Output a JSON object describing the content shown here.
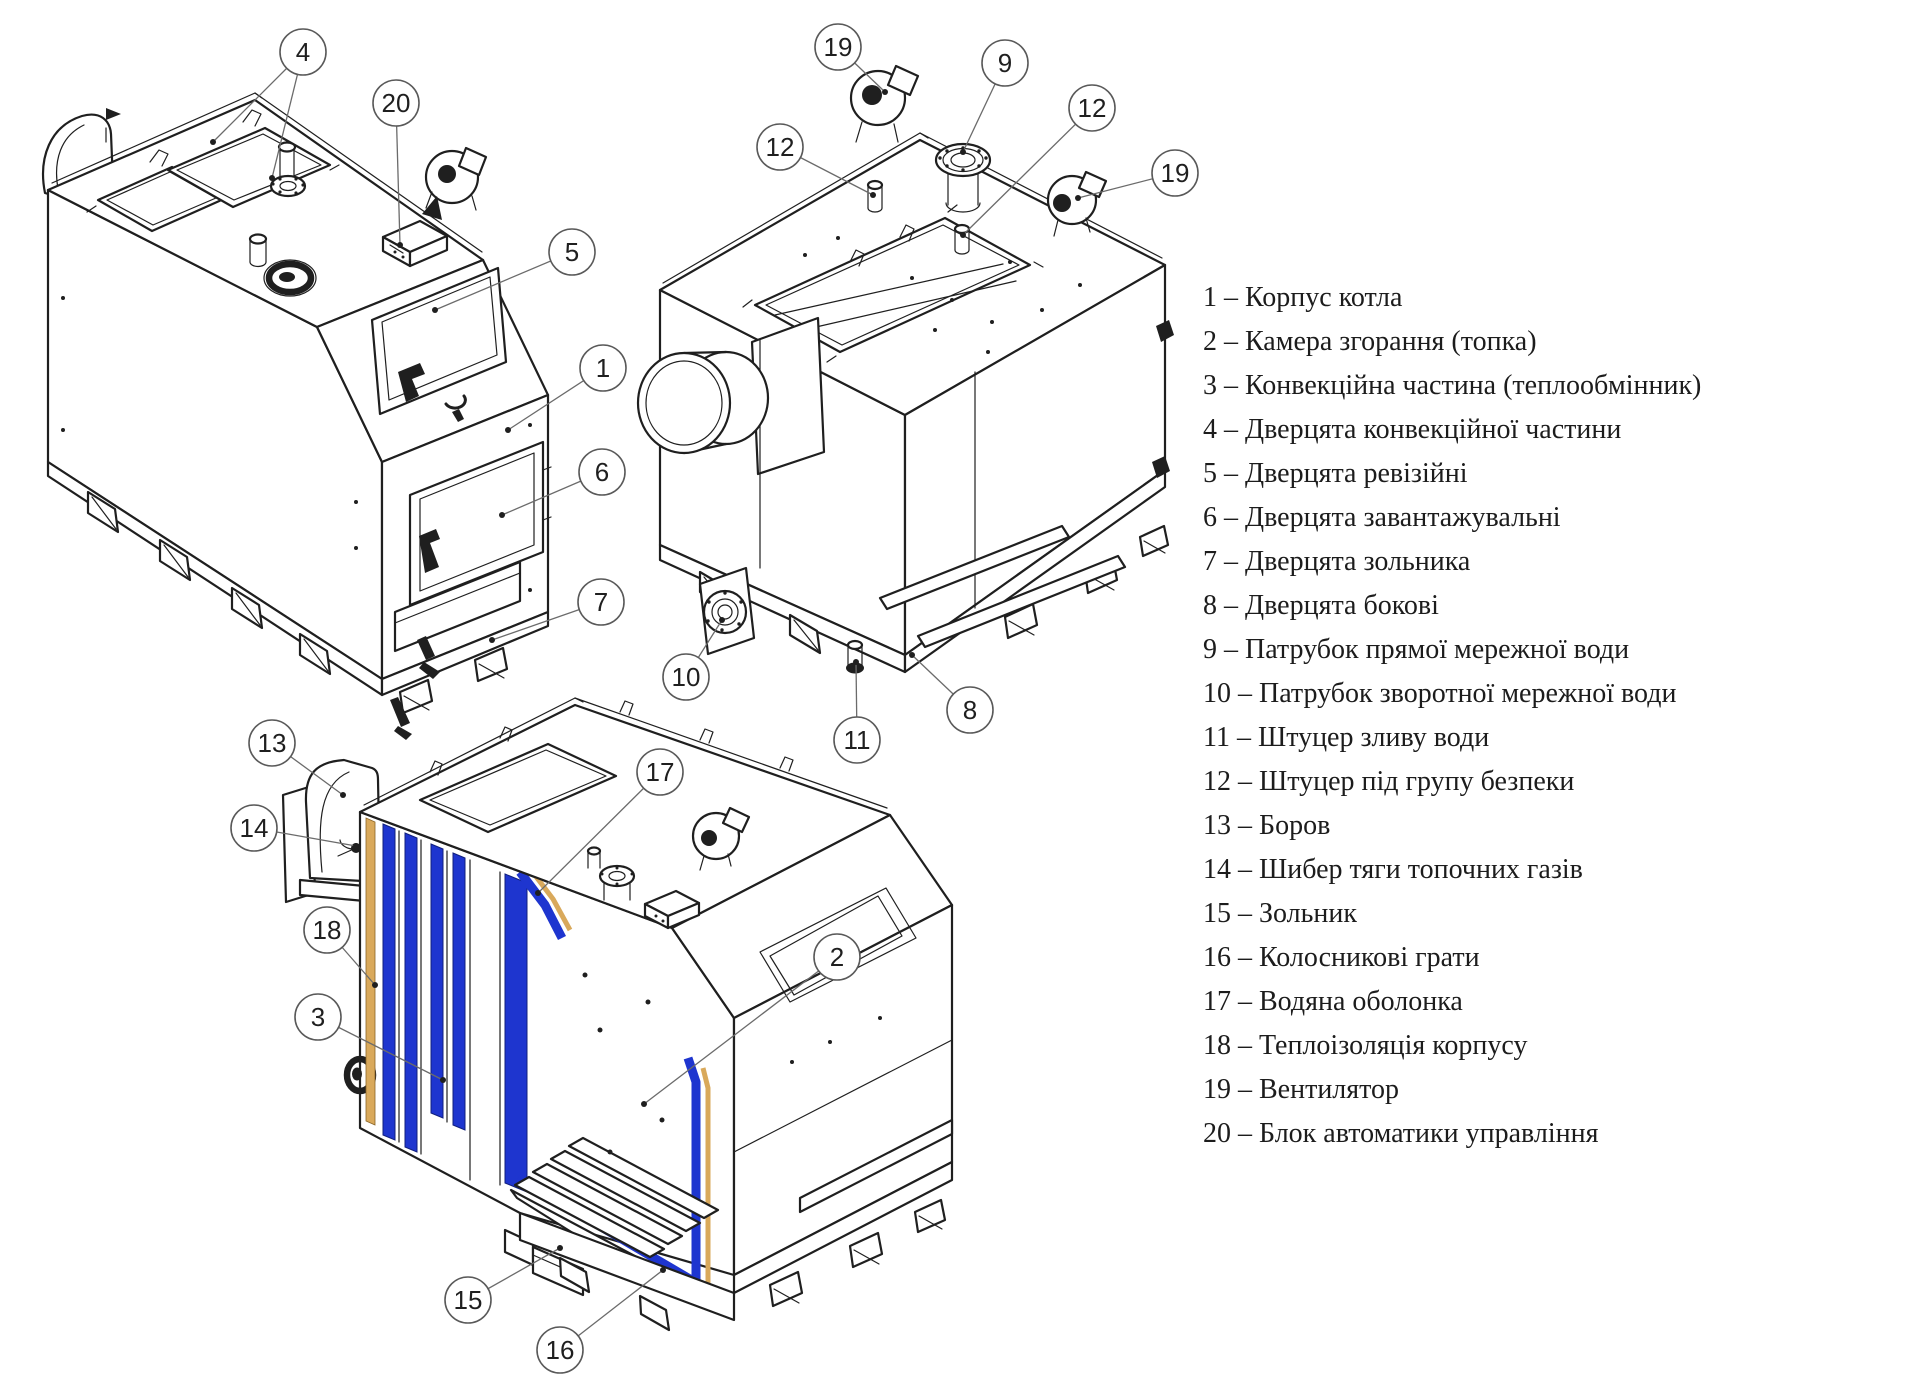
{
  "page": {
    "background": "#ffffff"
  },
  "colors": {
    "line": "#1f1f1f",
    "leader": "#6b6b6b",
    "balloon_stroke": "#595959",
    "balloon_fill": "#ffffff",
    "balloon_text": "#1f1f1f",
    "water_jacket_blue": "#1e35cf",
    "insulation_tan": "#d9a95b"
  },
  "balloon": {
    "radius": 23
  },
  "legend": {
    "items": [
      {
        "num": "1",
        "label": "Корпус котла"
      },
      {
        "num": "2",
        "label": "Камера згорання (топка)"
      },
      {
        "num": "3",
        "label": "Конвекційна частина (теплообмінник)"
      },
      {
        "num": "4",
        "label": "Дверцята конвекційної частини"
      },
      {
        "num": "5",
        "label": "Дверцята ревізійні"
      },
      {
        "num": "6",
        "label": "Дверцята завантажувальні"
      },
      {
        "num": "7",
        "label": "Дверцята зольника"
      },
      {
        "num": "8",
        "label": "Дверцята бокові"
      },
      {
        "num": "9",
        "label": "Патрубок прямої мережної води"
      },
      {
        "num": "10",
        "label": "Патрубок зворотної мережної води"
      },
      {
        "num": "11",
        "label": "Штуцер зливу води"
      },
      {
        "num": "12",
        "label": "Штуцер під групу безпеки"
      },
      {
        "num": "13",
        "label": "Боров"
      },
      {
        "num": "14",
        "label": "Шибер тяги топочних газів"
      },
      {
        "num": "15",
        "label": "Зольник"
      },
      {
        "num": "16",
        "label": "Колосникові грати"
      },
      {
        "num": "17",
        "label": "Водяна оболонка"
      },
      {
        "num": "18",
        "label": "Теплоізоляція корпусу"
      },
      {
        "num": "19",
        "label": "Вентилятор"
      },
      {
        "num": "20",
        "label": "Блок автоматики управління"
      }
    ]
  },
  "views": [
    {
      "id": "front-right-view",
      "callouts": [
        {
          "num": "4",
          "bx": 303,
          "by": 52,
          "targets": [
            [
              213,
              142
            ],
            [
              272,
              178
            ]
          ]
        },
        {
          "num": "20",
          "bx": 396,
          "by": 103,
          "targets": [
            [
              400,
              245
            ]
          ]
        },
        {
          "num": "5",
          "bx": 572,
          "by": 252,
          "targets": [
            [
              435,
              310
            ]
          ]
        },
        {
          "num": "1",
          "bx": 603,
          "by": 368,
          "targets": [
            [
              508,
              430
            ]
          ]
        },
        {
          "num": "6",
          "bx": 602,
          "by": 472,
          "targets": [
            [
              502,
              515
            ]
          ]
        },
        {
          "num": "7",
          "bx": 601,
          "by": 602,
          "targets": [
            [
              492,
              640
            ]
          ]
        }
      ]
    },
    {
      "id": "rear-left-view",
      "callouts": [
        {
          "num": "19",
          "bx": 838,
          "by": 47,
          "targets": [
            [
              885,
              92
            ]
          ]
        },
        {
          "num": "9",
          "bx": 1005,
          "by": 63,
          "targets": [
            [
              963,
              152
            ]
          ]
        },
        {
          "num": "12",
          "bx": 1092,
          "by": 108,
          "targets": [
            [
              963,
              235
            ]
          ]
        },
        {
          "num": "19",
          "bx": 1175,
          "by": 173,
          "targets": [
            [
              1078,
              198
            ]
          ]
        },
        {
          "num": "12",
          "bx": 780,
          "by": 147,
          "targets": [
            [
              873,
              195
            ]
          ]
        },
        {
          "num": "10",
          "bx": 686,
          "by": 677,
          "targets": [
            [
              722,
              620
            ]
          ]
        },
        {
          "num": "11",
          "bx": 857,
          "by": 740,
          "targets": [
            [
              856,
              662
            ]
          ]
        },
        {
          "num": "8",
          "bx": 970,
          "by": 710,
          "targets": [
            [
              912,
              655
            ]
          ]
        }
      ]
    },
    {
      "id": "cutaway-view",
      "callouts": [
        {
          "num": "13",
          "bx": 272,
          "by": 743,
          "targets": [
            [
              343,
              795
            ]
          ]
        },
        {
          "num": "14",
          "bx": 254,
          "by": 828,
          "targets": [
            [
              356,
              846
            ]
          ]
        },
        {
          "num": "17",
          "bx": 660,
          "by": 772,
          "targets": [
            [
              538,
              893
            ]
          ]
        },
        {
          "num": "18",
          "bx": 327,
          "by": 930,
          "targets": [
            [
              375,
              985
            ]
          ]
        },
        {
          "num": "3",
          "bx": 318,
          "by": 1017,
          "targets": [
            [
              443,
              1080
            ]
          ]
        },
        {
          "num": "2",
          "bx": 837,
          "by": 957,
          "targets": [
            [
              644,
              1104
            ]
          ]
        },
        {
          "num": "15",
          "bx": 468,
          "by": 1300,
          "targets": [
            [
              560,
              1248
            ]
          ]
        },
        {
          "num": "16",
          "bx": 560,
          "by": 1350,
          "targets": [
            [
              663,
              1270
            ]
          ]
        }
      ]
    }
  ]
}
